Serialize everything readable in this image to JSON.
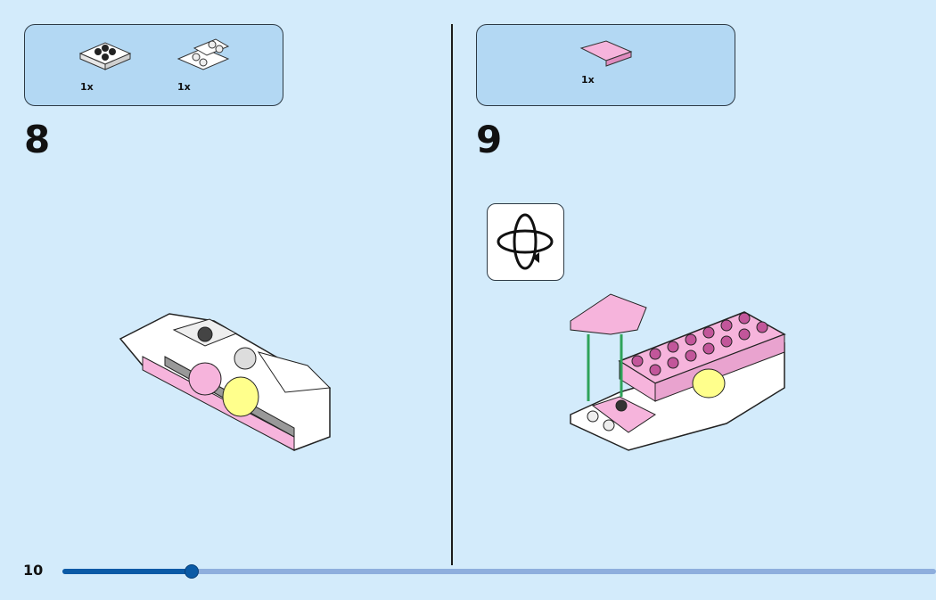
{
  "steps": [
    {
      "number": "8",
      "parts": [
        {
          "name": "plate-2x2-white",
          "qty": "1x"
        },
        {
          "name": "inverted-slope-white",
          "qty": "1x"
        }
      ]
    },
    {
      "number": "9",
      "parts": [
        {
          "name": "curved-slope-pink",
          "qty": "1x"
        }
      ]
    }
  ],
  "page_number": "10",
  "progress": 0.148,
  "colors": {
    "background": "#d3ebfb",
    "parts_box": "#b3d8f3",
    "pink": "#f6b4dc",
    "progress": "#0a5aa6"
  }
}
